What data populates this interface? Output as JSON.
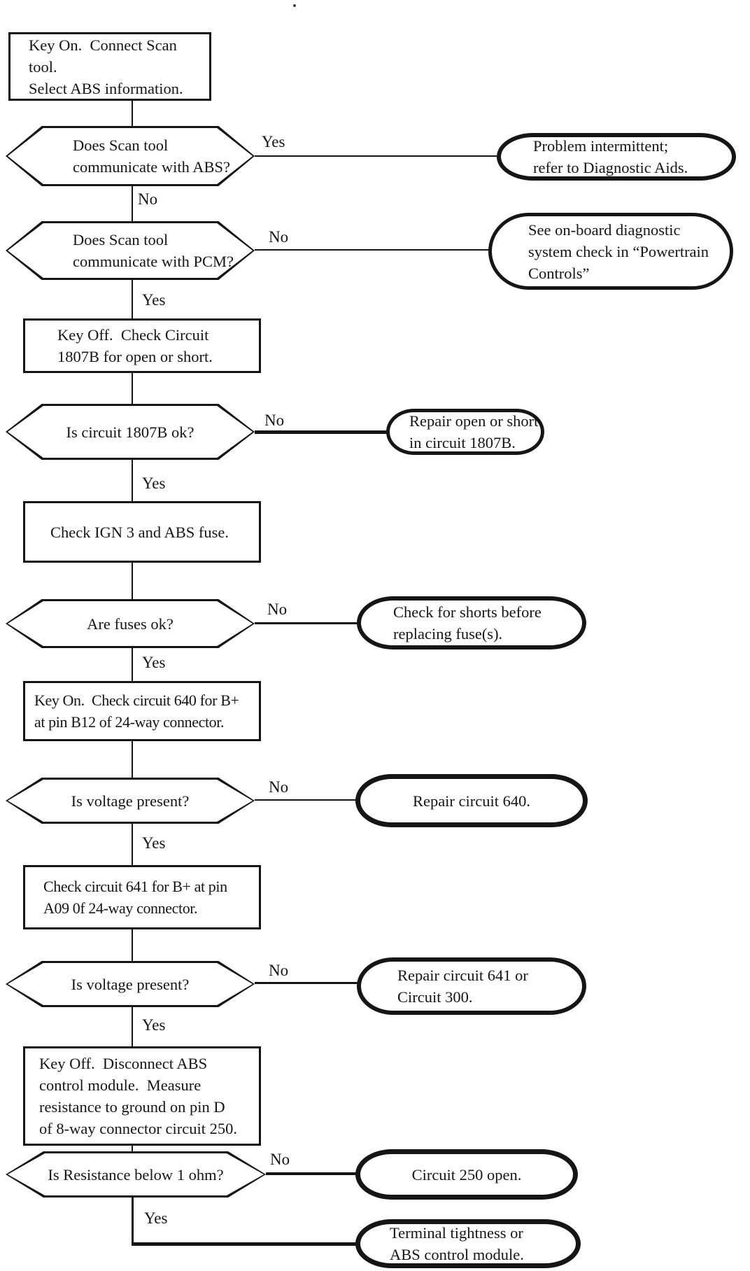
{
  "flowchart": {
    "colors": {
      "ink": "#151515",
      "paper": "#ffffff"
    },
    "process": [
      {
        "text": "Key On.  Connect Scan tool.\nSelect ABS information."
      },
      {
        "text": "Key Off.  Check Circuit\n1807B for open or short."
      },
      {
        "text": "Check IGN 3 and ABS fuse."
      },
      {
        "text": "Key On.  Check circuit 640 for B+\nat pin B12 of 24-way connector."
      },
      {
        "text": "Check circuit 641 for B+ at pin\nA09 0f 24-way connector."
      },
      {
        "text": "Key Off.  Disconnect ABS\ncontrol module.  Measure\nresistance to ground on pin D\nof 8-way connector circuit 250."
      }
    ],
    "decisions": [
      {
        "text": "Does Scan tool\ncommunicate with ABS?",
        "right": "Yes",
        "down": "No"
      },
      {
        "text": "Does Scan tool\ncommunicate with PCM?",
        "right": "No",
        "down": "Yes"
      },
      {
        "text": "Is circuit 1807B ok?",
        "right": "No",
        "down": "Yes"
      },
      {
        "text": "Are fuses ok?",
        "right": "No",
        "down": "Yes"
      },
      {
        "text": "Is voltage present?",
        "right": "No",
        "down": "Yes"
      },
      {
        "text": "Is voltage present?",
        "right": "No",
        "down": "Yes"
      },
      {
        "text": "Is Resistance below 1 ohm?",
        "right": "No",
        "down": "Yes"
      }
    ],
    "terminals": [
      {
        "text": "Problem intermittent;\nrefer to Diagnostic Aids."
      },
      {
        "text": "See on-board diagnostic\nsystem check in “Powertrain\nControls”"
      },
      {
        "text": "Repair open or short\nin circuit 1807B."
      },
      {
        "text": "Check for shorts before\nreplacing fuse(s)."
      },
      {
        "text": "Repair circuit 640."
      },
      {
        "text": "Repair circuit 641 or\nCircuit 300."
      },
      {
        "text": "Circuit 250 open."
      },
      {
        "text": "Terminal tightness or\nABS control module."
      }
    ]
  }
}
